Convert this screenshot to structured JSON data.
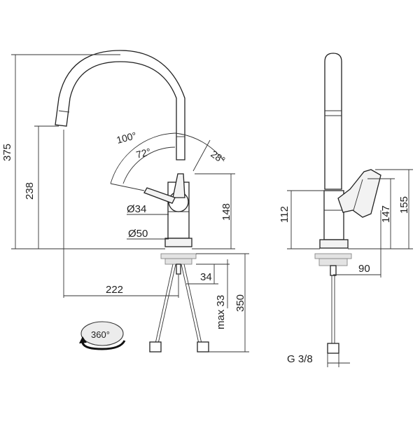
{
  "drawing": {
    "dimensions": {
      "total_height": "375",
      "spout_height": "238",
      "spout_reach": "222",
      "lever_height": "148",
      "base_to_pipe": "34",
      "max_deck": "max 33",
      "hose_length": "350",
      "side_height": "112",
      "handle_height_1": "147",
      "handle_height_2": "155",
      "handle_depth": "90",
      "thread": "G 3/8"
    },
    "angles": {
      "swing_total": "100°",
      "swing_main": "72°",
      "swing_back": "28°"
    },
    "diameters": {
      "lever": "Ø34",
      "body": "Ø50"
    },
    "rotation_badge": "360°"
  }
}
